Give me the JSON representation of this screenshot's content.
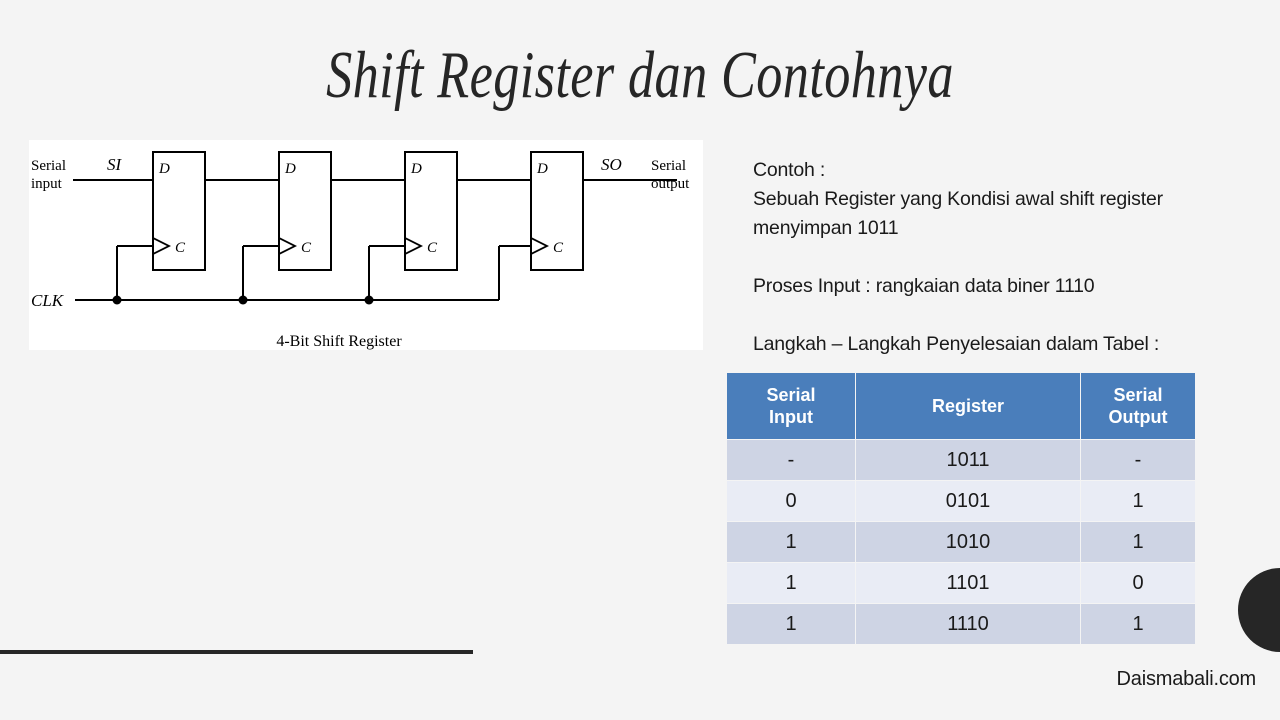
{
  "slide": {
    "title": "Shift Register dan Contohnya",
    "background_color": "#f4f4f4",
    "accent_color": "#4a7ebb",
    "dark_color": "#262626"
  },
  "figure": {
    "caption": "4-Bit Shift Register",
    "labels": {
      "serial_input_line1": "Serial",
      "serial_input_line2": "input",
      "si": "SI",
      "so": "SO",
      "serial_output_line1": "Serial",
      "serial_output_line2": "output",
      "clk": "CLK",
      "d": "D",
      "c": "C"
    },
    "flipflops": [
      {
        "d": "D",
        "c": "C"
      },
      {
        "d": "D",
        "c": "C"
      },
      {
        "d": "D",
        "c": "C"
      },
      {
        "d": "D",
        "c": "C"
      }
    ]
  },
  "body_text": {
    "line1": "Contoh :",
    "line2": "Sebuah Register yang Kondisi awal shift register",
    "line3": "menyimpan 1011",
    "line4": "Proses Input : rangkaian data biner 1110",
    "line5": "Langkah – Langkah Penyelesaian dalam Tabel :"
  },
  "table": {
    "headers": [
      "Serial\nInput",
      "Register",
      "Serial\nOutput"
    ],
    "header_si_line1": "Serial",
    "header_si_line2": "Input",
    "header_register": "Register",
    "header_so_line1": "Serial",
    "header_so_line2": "Output",
    "rows": [
      {
        "serial_input": "-",
        "register": "1011",
        "serial_output": "-"
      },
      {
        "serial_input": "0",
        "register": "0101",
        "serial_output": "1"
      },
      {
        "serial_input": "1",
        "register": "1010",
        "serial_output": "1"
      },
      {
        "serial_input": "1",
        "register": "1101",
        "serial_output": "0"
      },
      {
        "serial_input": "1",
        "register": "1110",
        "serial_output": "1"
      }
    ],
    "row_colors": {
      "odd": "#ced4e4",
      "even": "#e9ecf5",
      "header": "#4a7ebb"
    }
  },
  "footer": {
    "text": "Daismabali.com"
  }
}
